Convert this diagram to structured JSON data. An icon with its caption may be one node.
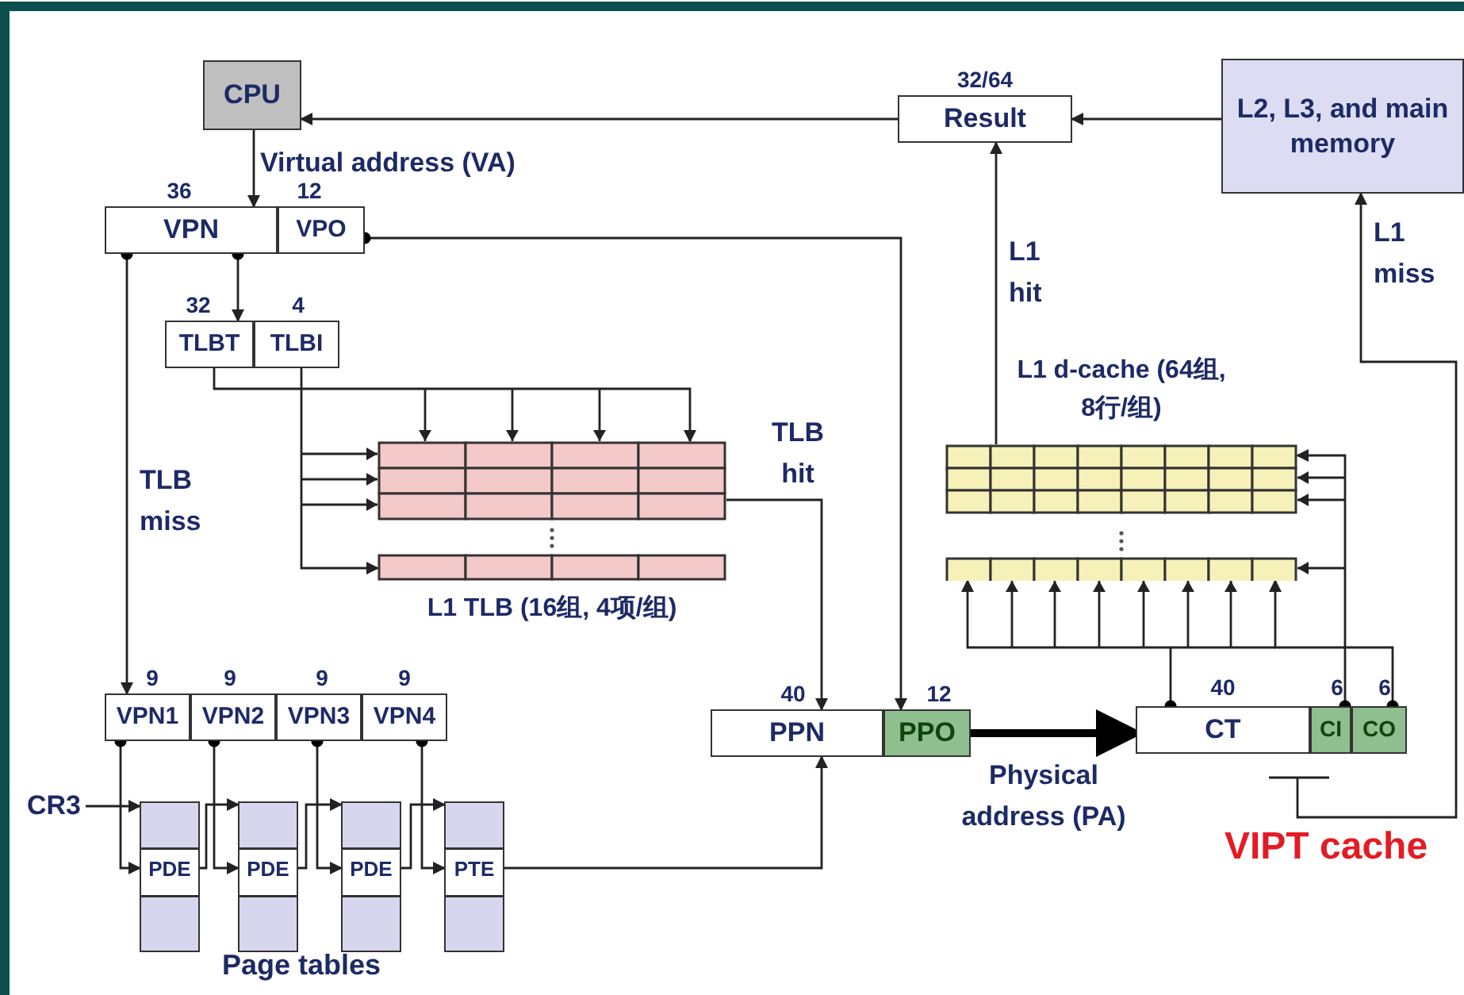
{
  "diagram": {
    "nodes": [
      {
        "text": [
          "CPU"
        ]
      },
      {
        "text": [
          "Result"
        ],
        "beside": [
          "32/64"
        ]
      },
      {
        "text": [
          "L2, L3, and main memory"
        ]
      },
      {
        "text": [
          "VPN"
        ],
        "beside": [
          "36"
        ]
      },
      {
        "text": [
          "VPO"
        ],
        "beside": [
          "12"
        ]
      },
      {
        "text": [
          "TLBT"
        ],
        "beside": [
          "32"
        ]
      },
      {
        "text": [
          "TLBI"
        ],
        "beside": [
          "4"
        ]
      },
      {
        "text": [
          "L1 TLB (16组, 4项/组)"
        ]
      },
      {
        "text": [
          "L1 d-cache (64组, 8行/组)"
        ]
      },
      {
        "text": [
          "VPN1"
        ],
        "beside": [
          "9"
        ]
      },
      {
        "text": [
          "VPN2"
        ],
        "beside": [
          "9"
        ]
      },
      {
        "text": [
          "VPN3"
        ],
        "beside": [
          "9"
        ]
      },
      {
        "text": [
          "VPN4"
        ],
        "beside": [
          "9"
        ]
      },
      {
        "text": [
          "PPN"
        ],
        "beside": [
          "40"
        ]
      },
      {
        "text": [
          "PPO"
        ],
        "beside": [
          "12"
        ]
      },
      {
        "text": [
          "CT"
        ],
        "beside": [
          "40"
        ]
      },
      {
        "text": [
          "CI"
        ],
        "beside": [
          "6"
        ]
      },
      {
        "text": [
          "CO"
        ],
        "beside": [
          "6"
        ]
      },
      {
        "text": [
          "PDE"
        ]
      },
      {
        "text": [
          "PDE"
        ]
      },
      {
        "text": [
          "PDE"
        ]
      },
      {
        "text": [
          "PTE"
        ]
      },
      {
        "text": [
          "CR3"
        ]
      }
    ],
    "edges": [
      {
        "from": 1,
        "to": 0,
        "arrow": "to"
      },
      {
        "from": 2,
        "to": 1,
        "arrow": "to"
      },
      {
        "from": 0,
        "to": 3,
        "arrow": "to",
        "label": "Virtual address (VA)"
      },
      {
        "from": 4,
        "to": 14,
        "arrow": "to"
      },
      {
        "from": 3,
        "to": 5,
        "arrow": "to"
      },
      {
        "from": 3,
        "to": 9,
        "arrow": "to",
        "label": "TLB miss"
      },
      {
        "from": 5,
        "to": 7,
        "arrow": "to"
      },
      {
        "from": 6,
        "to": 7,
        "arrow": "to"
      },
      {
        "from": 7,
        "to": 13,
        "arrow": "to",
        "label": "TLB hit"
      },
      {
        "from": 21,
        "to": 13,
        "arrow": "to"
      },
      {
        "from": 14,
        "to": 15,
        "arrow": "to",
        "style": "thick",
        "label": "Physical address (PA)"
      },
      {
        "from": 8,
        "to": 1,
        "arrow": "to",
        "label": "L1 hit"
      },
      {
        "from": 15,
        "to": 8,
        "arrow": "to"
      },
      {
        "from": 16,
        "to": 8,
        "arrow": "to"
      },
      {
        "from": 17,
        "to": 8,
        "arrow": "to"
      },
      {
        "from": null,
        "to": 2,
        "arrow": "to",
        "label": "L1 miss"
      },
      {
        "from": 22,
        "to": 18,
        "arrow": "to"
      },
      {
        "from": 9,
        "to": 18,
        "arrow": "to"
      },
      {
        "from": 10,
        "to": 19,
        "arrow": "to"
      },
      {
        "from": 11,
        "to": 20,
        "arrow": "to"
      },
      {
        "from": 12,
        "to": 21,
        "arrow": "to"
      },
      {
        "from": 18,
        "to": 19,
        "arrow": "to"
      },
      {
        "from": 19,
        "to": 20,
        "arrow": "to"
      },
      {
        "from": 20,
        "to": 21,
        "arrow": "to"
      }
    ],
    "labels": [
      "VIPT cache",
      "Page tables"
    ]
  }
}
